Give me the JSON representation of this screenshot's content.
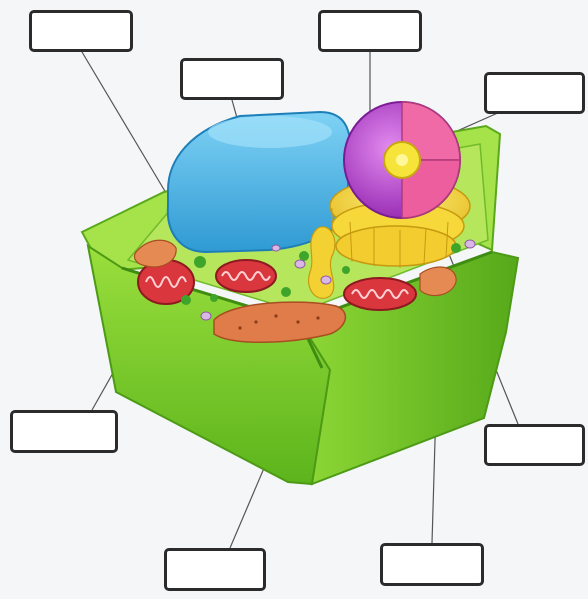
{
  "diagram": {
    "label_boxes": [
      {
        "id": "box-top-left",
        "text": ""
      },
      {
        "id": "box-top-center-l",
        "text": ""
      },
      {
        "id": "box-top-center-r",
        "text": ""
      },
      {
        "id": "box-top-right",
        "text": ""
      },
      {
        "id": "box-mid-left",
        "text": ""
      },
      {
        "id": "box-mid-right",
        "text": ""
      },
      {
        "id": "box-bottom-left",
        "text": ""
      },
      {
        "id": "box-bottom-right",
        "text": ""
      }
    ],
    "colors": {
      "cell_wall": "#7ccf2b",
      "cell_wall_dark": "#4fa818",
      "cytoplasm": "#b8e85a",
      "vacuole": "#52b9ea",
      "nucleus_outer": "#c04fd6",
      "nucleus_inner": "#f26fb0",
      "nucleolus": "#f7e43a",
      "golgi": "#f2d23b",
      "mitochondria": "#d9363e",
      "ribosome_plate": "#e07b4a"
    }
  }
}
